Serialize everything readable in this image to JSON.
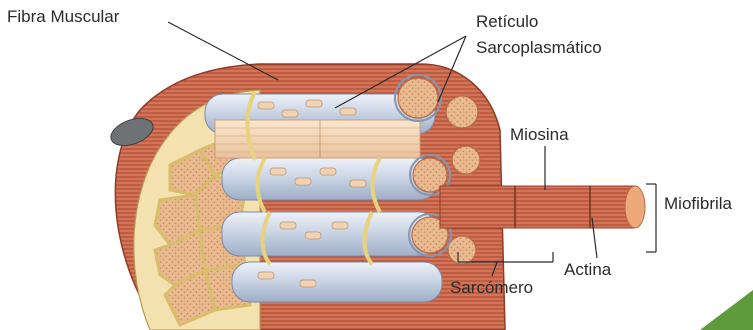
{
  "labels": {
    "fibra_muscular": "Fibra Muscular",
    "reticulo_line1": "Retículo",
    "reticulo_line2": "Sarcoplasmático",
    "miosina": "Miosina",
    "miofibrila": "Miofibrila",
    "actina": "Actina",
    "sarcomero": "Sarcómero"
  },
  "colors": {
    "outer_muscle": "#c8694e",
    "outer_muscle_dark": "#a94f36",
    "endomysium": "#e8d79a",
    "fiber_cell": "#e6b88e",
    "sr_tube": "#c9d4e6",
    "sr_tube_light": "#e6ecf5",
    "myofibril": "#d26e52",
    "myofibril_end": "#eea97a",
    "nucleus": "#6f7275",
    "line": "#3a3a3a",
    "corner_accent": "#5f9a3c"
  }
}
